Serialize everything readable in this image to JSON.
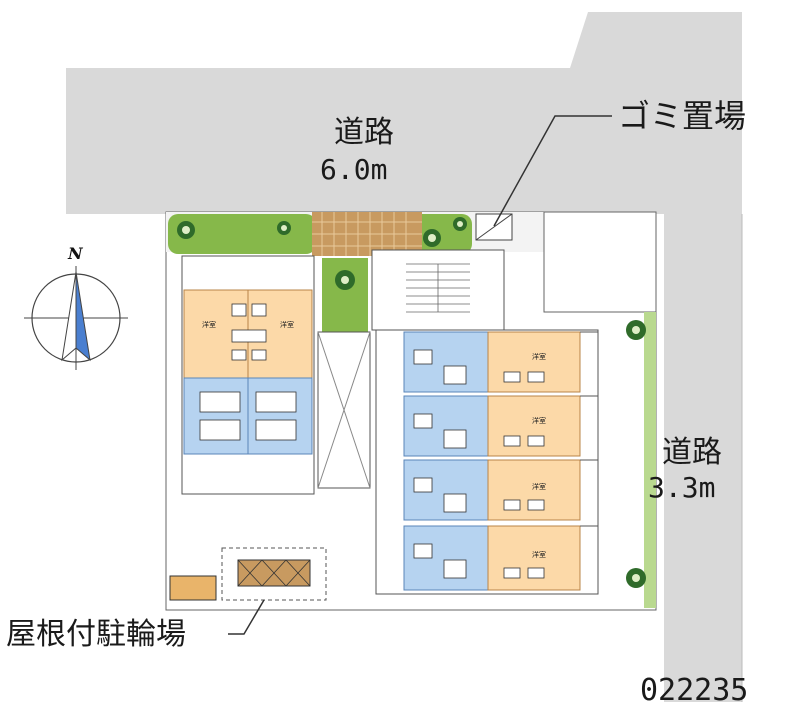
{
  "labels": {
    "road_top_name": "道路",
    "road_top_width": "6.0m",
    "road_right_name": "道路",
    "road_right_width": "3.3m",
    "garbage": "ゴミ置場",
    "parking": "屋根付駐輪場",
    "code": "022235",
    "compass": "N",
    "room": "洋室"
  },
  "colors": {
    "road": "#d9d9d9",
    "room_floor": "#fcd9a8",
    "wet_area": "#b6d3f0",
    "greenery": "#86b84a",
    "tile": "#c89a60"
  }
}
